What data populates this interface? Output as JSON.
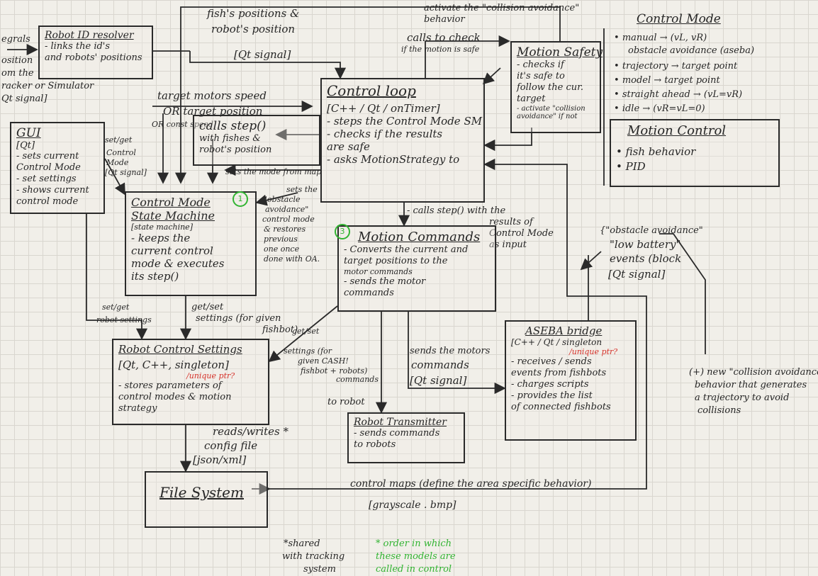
{
  "left_margin": {
    "lines": [
      "egrals",
      "osition",
      "om the",
      "racker or Simulator",
      "Qt signal]"
    ]
  },
  "top_notes": {
    "fish_positions": "fish's positions &",
    "robot_position": "robot's position",
    "qt_signal": "[Qt signal]",
    "target_motors_speed": "target motors speed",
    "or_target_position": "OR target position",
    "or_const_speed": "OR const speed",
    "activate_collision": "activate the \"collision avoidance\"",
    "behavior": "behavior",
    "calls_to_check": "calls to check",
    "motion_is_safe": "if the motion is safe"
  },
  "robot_id_resolver": {
    "title": "Robot ID resolver",
    "lines": [
      "- links the id's",
      "and robots' positions"
    ]
  },
  "gui": {
    "title": "GUI",
    "sub": "[Qt]",
    "lines": [
      "- sets current",
      "Control Mode",
      "- set settings",
      "- shows current",
      "control mode"
    ]
  },
  "gui_notes": {
    "set_get": "set/get",
    "lines": [
      "Control",
      "Mode",
      "[Qt signal]"
    ]
  },
  "calls_step_box": {
    "title": "calls step()",
    "lines": [
      "with fishes &",
      "robot's position"
    ]
  },
  "sets_mode_from_map": "sets the mode from map",
  "control_loop": {
    "title": "Control loop",
    "sub": "[C++ / Qt / onTimer]",
    "lines": [
      "- steps the Control Mode SM",
      "- checks if the results",
      "are safe",
      "- asks MotionStrategy to"
    ]
  },
  "motion_safety": {
    "title": "Motion Safety",
    "lines": [
      "- checks if",
      "it's safe to",
      "follow the cur.",
      "target",
      "- activate \"collision",
      "avoidance\" if not"
    ]
  },
  "control_mode_list": {
    "title": "Control Mode",
    "items": [
      "manual → (vL, vR)",
      "obstacle avoidance (aseba)",
      "trajectory → target point",
      "model → target point",
      "straight ahead → (vL=vR)",
      "idle → (vR=vL=0)"
    ]
  },
  "motion_control": {
    "title": "Motion Control",
    "items": [
      "fish behavior",
      "PID"
    ]
  },
  "control_mode_sm": {
    "title": "Control Mode",
    "title2": "State Machine",
    "sub": "[state machine]",
    "lines": [
      "- keeps the",
      "current control",
      "mode & executes",
      "its step()"
    ]
  },
  "obstacle_note": {
    "lines": [
      "sets the",
      "\"obstacle",
      "avoidance\"",
      "control mode",
      "& restores",
      "previous",
      "one once",
      "done with OA."
    ]
  },
  "calls_step_note": {
    "lines": [
      "- calls step() with the",
      "results of",
      "Control Mode",
      "as input"
    ]
  },
  "motion_commands": {
    "title": "Motion Commands",
    "lines": [
      "- Converts the current and",
      "target positions to the",
      "motor commands",
      "- sends the motor",
      "commands"
    ]
  },
  "events_note": {
    "lines": [
      "{\"obstacle avoidance\"",
      "\"low battery\"",
      "events (block",
      "[Qt signal]"
    ]
  },
  "badges": {
    "control_mode_sm": "1",
    "motion_commands": "3"
  },
  "left_links": {
    "set_get": "set/get",
    "robot_settings": "robot settings"
  },
  "get_set_settings": {
    "lines": [
      "get/set",
      "settings (for given",
      "fishbot)"
    ]
  },
  "get_set_cash": {
    "lines": [
      "get/set",
      "settings (for",
      "given CASH!",
      "fishbot + robots)"
    ]
  },
  "robot_control_settings": {
    "title": "Robot Control Settings",
    "sub": "[Qt, C++, singleton]",
    "red": "/unique ptr?",
    "lines": [
      "- stores parameters of",
      "control modes & motion",
      "strategy"
    ]
  },
  "commands_to_robot": {
    "lines": [
      "commands",
      "to robot"
    ]
  },
  "sends_motors": {
    "lines": [
      "sends the motors",
      "commands",
      "[Qt signal]"
    ]
  },
  "robot_transmitter": {
    "title": "Robot Transmitter",
    "lines": [
      "- sends commands",
      "to robots"
    ]
  },
  "aseba_bridge": {
    "title": "ASEBA bridge",
    "sub": "[C++ / Qt / singleton",
    "red": "/unique ptr?",
    "lines": [
      "- receives / sends",
      "events from fishbots",
      "- charges scripts",
      "- provides the list",
      "of connected fishbots"
    ]
  },
  "new_behavior_note": {
    "lines": [
      "(+) new \"collision avoidance\"",
      "behavior that generates",
      "a trajectory to avoid",
      "collisions"
    ]
  },
  "reads_writes": {
    "text": "reads/writes *",
    "text2": "config file",
    "format": "[json/xml]"
  },
  "file_system": {
    "title": "File System"
  },
  "control_maps": {
    "text": "control maps (define the area specific behavior)",
    "format": "[grayscale . bmp]"
  },
  "footnotes": {
    "shared": [
      "*shared",
      "with tracking",
      "system"
    ],
    "order": [
      "* order in which",
      "these models are",
      "called in control"
    ]
  }
}
